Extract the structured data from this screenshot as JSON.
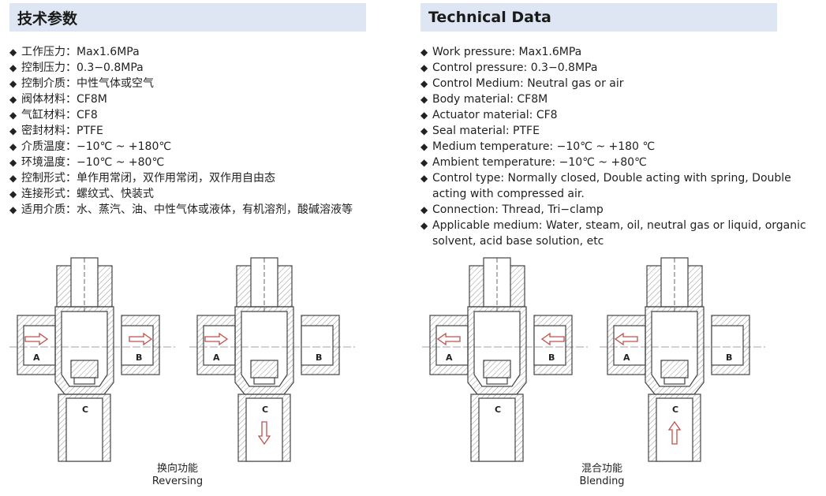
{
  "left": {
    "title": "技术参数",
    "items": [
      "工作压力：Max1.6MPa",
      "控制压力：0.3−0.8MPa",
      "控制介质：中性气体或空气",
      "阀体材料：CF8M",
      "气缸材料：CF8",
      "密封材料：PTFE",
      "介质温度：−10℃ ~ +180℃",
      "环境温度：−10℃ ~ +80℃",
      "控制形式：单作用常闭，双作用常闭，双作用自由态",
      "连接形式：螺纹式、快装式",
      "适用介质：水、蒸汽、油、中性气体或液体，有机溶剂，酸碱溶液等"
    ]
  },
  "right": {
    "title": "Technical Data",
    "items": [
      "Work pressure: Max1.6MPa",
      "Control pressure: 0.3−0.8MPa",
      "Control Medium: Neutral gas or air",
      "Body material: CF8M",
      "Actuator material: CF8",
      "Seal material: PTFE",
      "Medium temperature: −10℃ ~ +180 ℃",
      "Ambient temperature: −10℃ ~ +80℃",
      "Control type: Normally closed, Double acting with spring, Double acting with compressed air.",
      "Connection: Thread, Tri−clamp",
      "Applicable medium: Water, steam, oil, neutral gas or liquid, organic solvent, acid base solution, etc"
    ]
  },
  "bullet_glyph": "◆",
  "ports": {
    "a": "A",
    "b": "B",
    "c": "C"
  },
  "captions": {
    "reversing_cn": "换向功能",
    "reversing_en": "Reversing",
    "blending_cn": "混合功能",
    "blending_en": "Blending"
  },
  "colors": {
    "header_bg": "#dde6f2",
    "arrow": "#c0504d",
    "line": "#444444"
  }
}
